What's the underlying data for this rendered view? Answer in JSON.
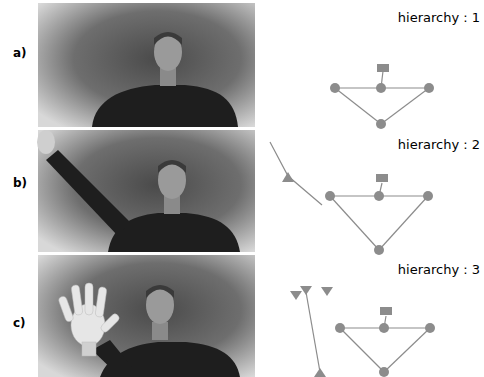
{
  "diagram": {
    "labels": [
      "a)",
      "hierarchy : 1",
      "b)",
      "hierarchy : 2",
      "c)",
      "hierarchy : 3"
    ]
  }
}
